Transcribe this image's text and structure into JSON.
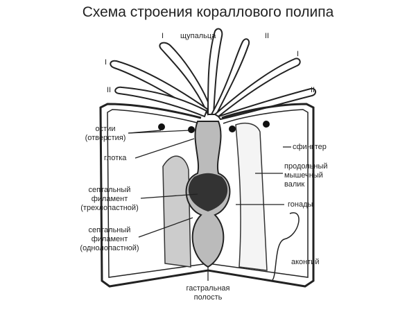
{
  "title": "Схема строения кораллового полипа",
  "labels": {
    "tentacles": "щупальца",
    "roman_1": "I",
    "roman_2": "II",
    "ostia_1": "остии",
    "ostia_2": "(отверстия)",
    "pharynx": "глотка",
    "sept3_1": "септальный",
    "sept3_2": "филамент",
    "sept3_3": "(трехлопастной)",
    "sept1_1": "септальный",
    "sept1_2": "филамент",
    "sept1_3": "(однолопастной)",
    "sphincter": "сфинктер",
    "muscle_1": "продольный",
    "muscle_2": "мышечный",
    "muscle_3": "валик",
    "gonads": "гонады",
    "acontium": "аконтий",
    "gastral_1": "гастральная",
    "gastral_2": "полость"
  }
}
